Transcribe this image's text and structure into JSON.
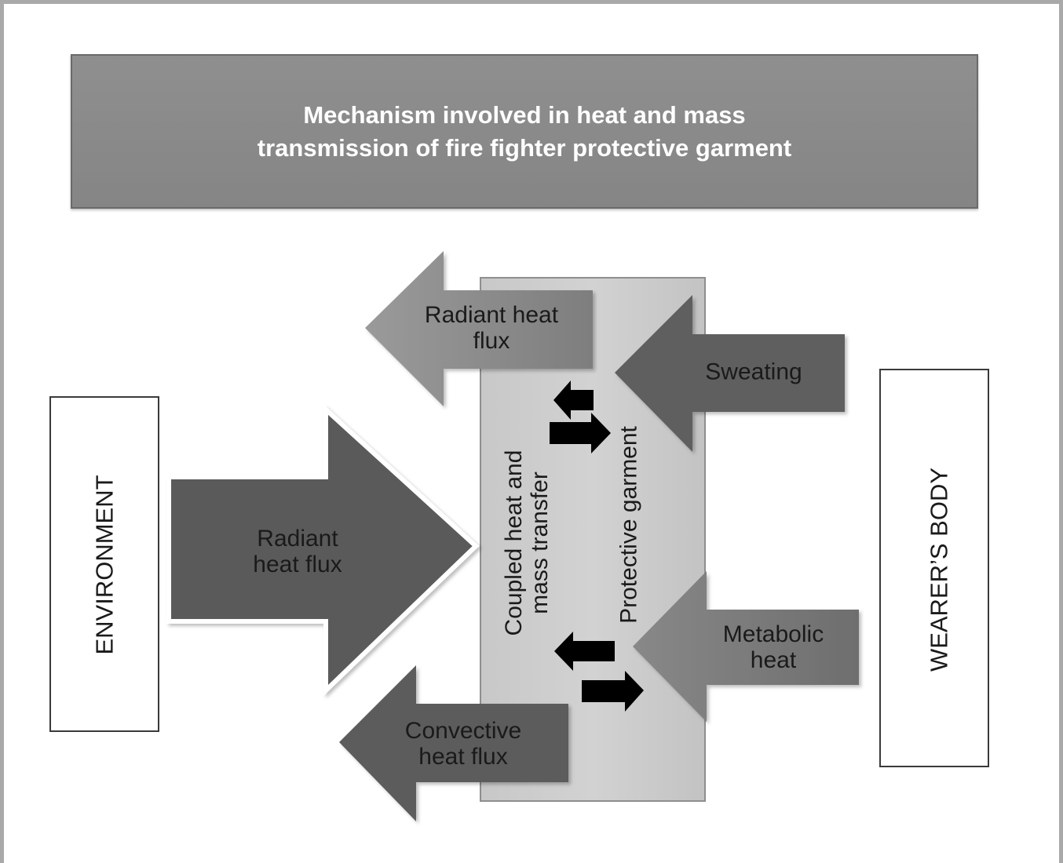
{
  "title": {
    "line1": "Mechanism involved in heat and mass",
    "line2": "transmission of fire fighter protective garment"
  },
  "environment": {
    "label": "ENVIRONMENT"
  },
  "wearer": {
    "label": "WEARER’S BODY"
  },
  "garment": {
    "label": "Protective garment",
    "coupled_line1": "Coupled heat and",
    "coupled_line2": "mass transfer"
  },
  "arrows": {
    "radiant_out": {
      "line1": "Radiant heat",
      "line2": "flux"
    },
    "radiant_in": {
      "line1": "Radiant",
      "line2": "heat flux"
    },
    "convective": {
      "line1": "Convective",
      "line2": "heat flux"
    },
    "sweating": {
      "line1": "Sweating"
    },
    "metabolic": {
      "line1": "Metabolic",
      "line2": "heat"
    }
  },
  "colors": {
    "dark_arrow": "#5a5a5a",
    "medium_arrow": "#7a7a7a",
    "light_arrow": "#8c8c8c",
    "title_fill": "#8a8a8a",
    "garment_fill": "#cdcdcd",
    "small_arrow": "#000000"
  }
}
